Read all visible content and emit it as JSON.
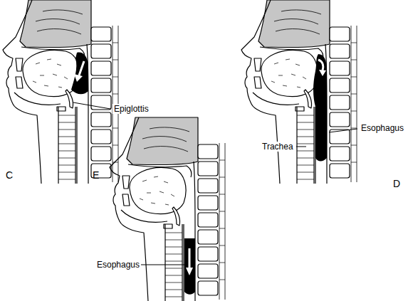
{
  "diagram": {
    "labels": [
      "Epiglottis",
      "C",
      "Esophagus",
      "Trachea",
      "D",
      "Esophagus",
      "E"
    ]
  }
}
